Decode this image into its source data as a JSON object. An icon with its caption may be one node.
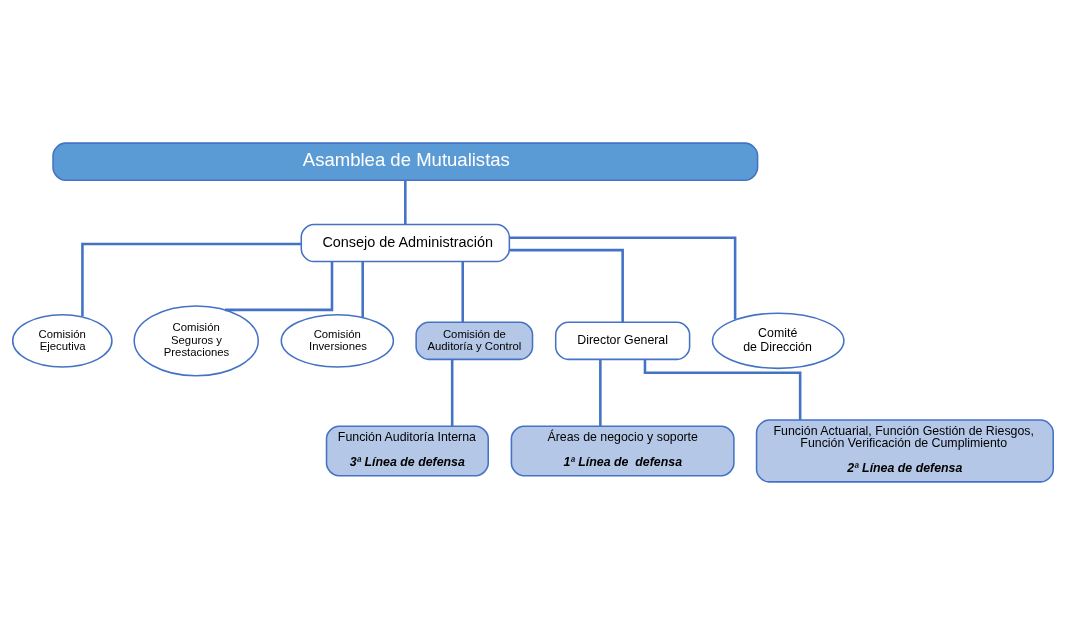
{
  "diagram": {
    "nodes": [
      {
        "text": [
          "Asamblea de Mutualistas"
        ]
      },
      {
        "text": [
          "Consejo de Administración"
        ]
      },
      {
        "text": [
          "Comisión Ejecutiva"
        ]
      },
      {
        "text": [
          "Comisión Seguros y Prestaciones"
        ]
      },
      {
        "text": [
          "Comisión Inversiones"
        ]
      },
      {
        "text": [
          "Comisión de Auditoría y Control"
        ]
      },
      {
        "text": [
          "Director General"
        ]
      },
      {
        "text": [
          "Comité de Dirección"
        ]
      },
      {
        "text": [
          "Áreas de negocio y soporte",
          "1ª Línea de  defensa"
        ]
      },
      {
        "text": [
          "Función Actuarial, Función Gestión de Riesgos, Función Verificación de Cumplimiento",
          "2ª Línea de defensa"
        ]
      },
      {
        "text": [
          "Función Auditoría Interna",
          "3ª Línea de defensa"
        ]
      }
    ],
    "edges": [
      {
        "from": 0,
        "to": 1,
        "arrow": "none"
      },
      {
        "from": 1,
        "to": 7,
        "arrow": "none"
      },
      {
        "from": 1,
        "to": 6,
        "arrow": "none"
      },
      {
        "from": 1,
        "to": 2,
        "arrow": "none"
      },
      {
        "from": 1,
        "to": 3,
        "arrow": "none"
      },
      {
        "from": 1,
        "to": 4,
        "arrow": "none"
      },
      {
        "from": 1,
        "to": 5,
        "arrow": "none"
      },
      {
        "from": 6,
        "to": 8,
        "arrow": "none"
      },
      {
        "from": 6,
        "to": 9,
        "arrow": "none"
      },
      {
        "from": 5,
        "to": 10,
        "arrow": "none"
      }
    ]
  }
}
